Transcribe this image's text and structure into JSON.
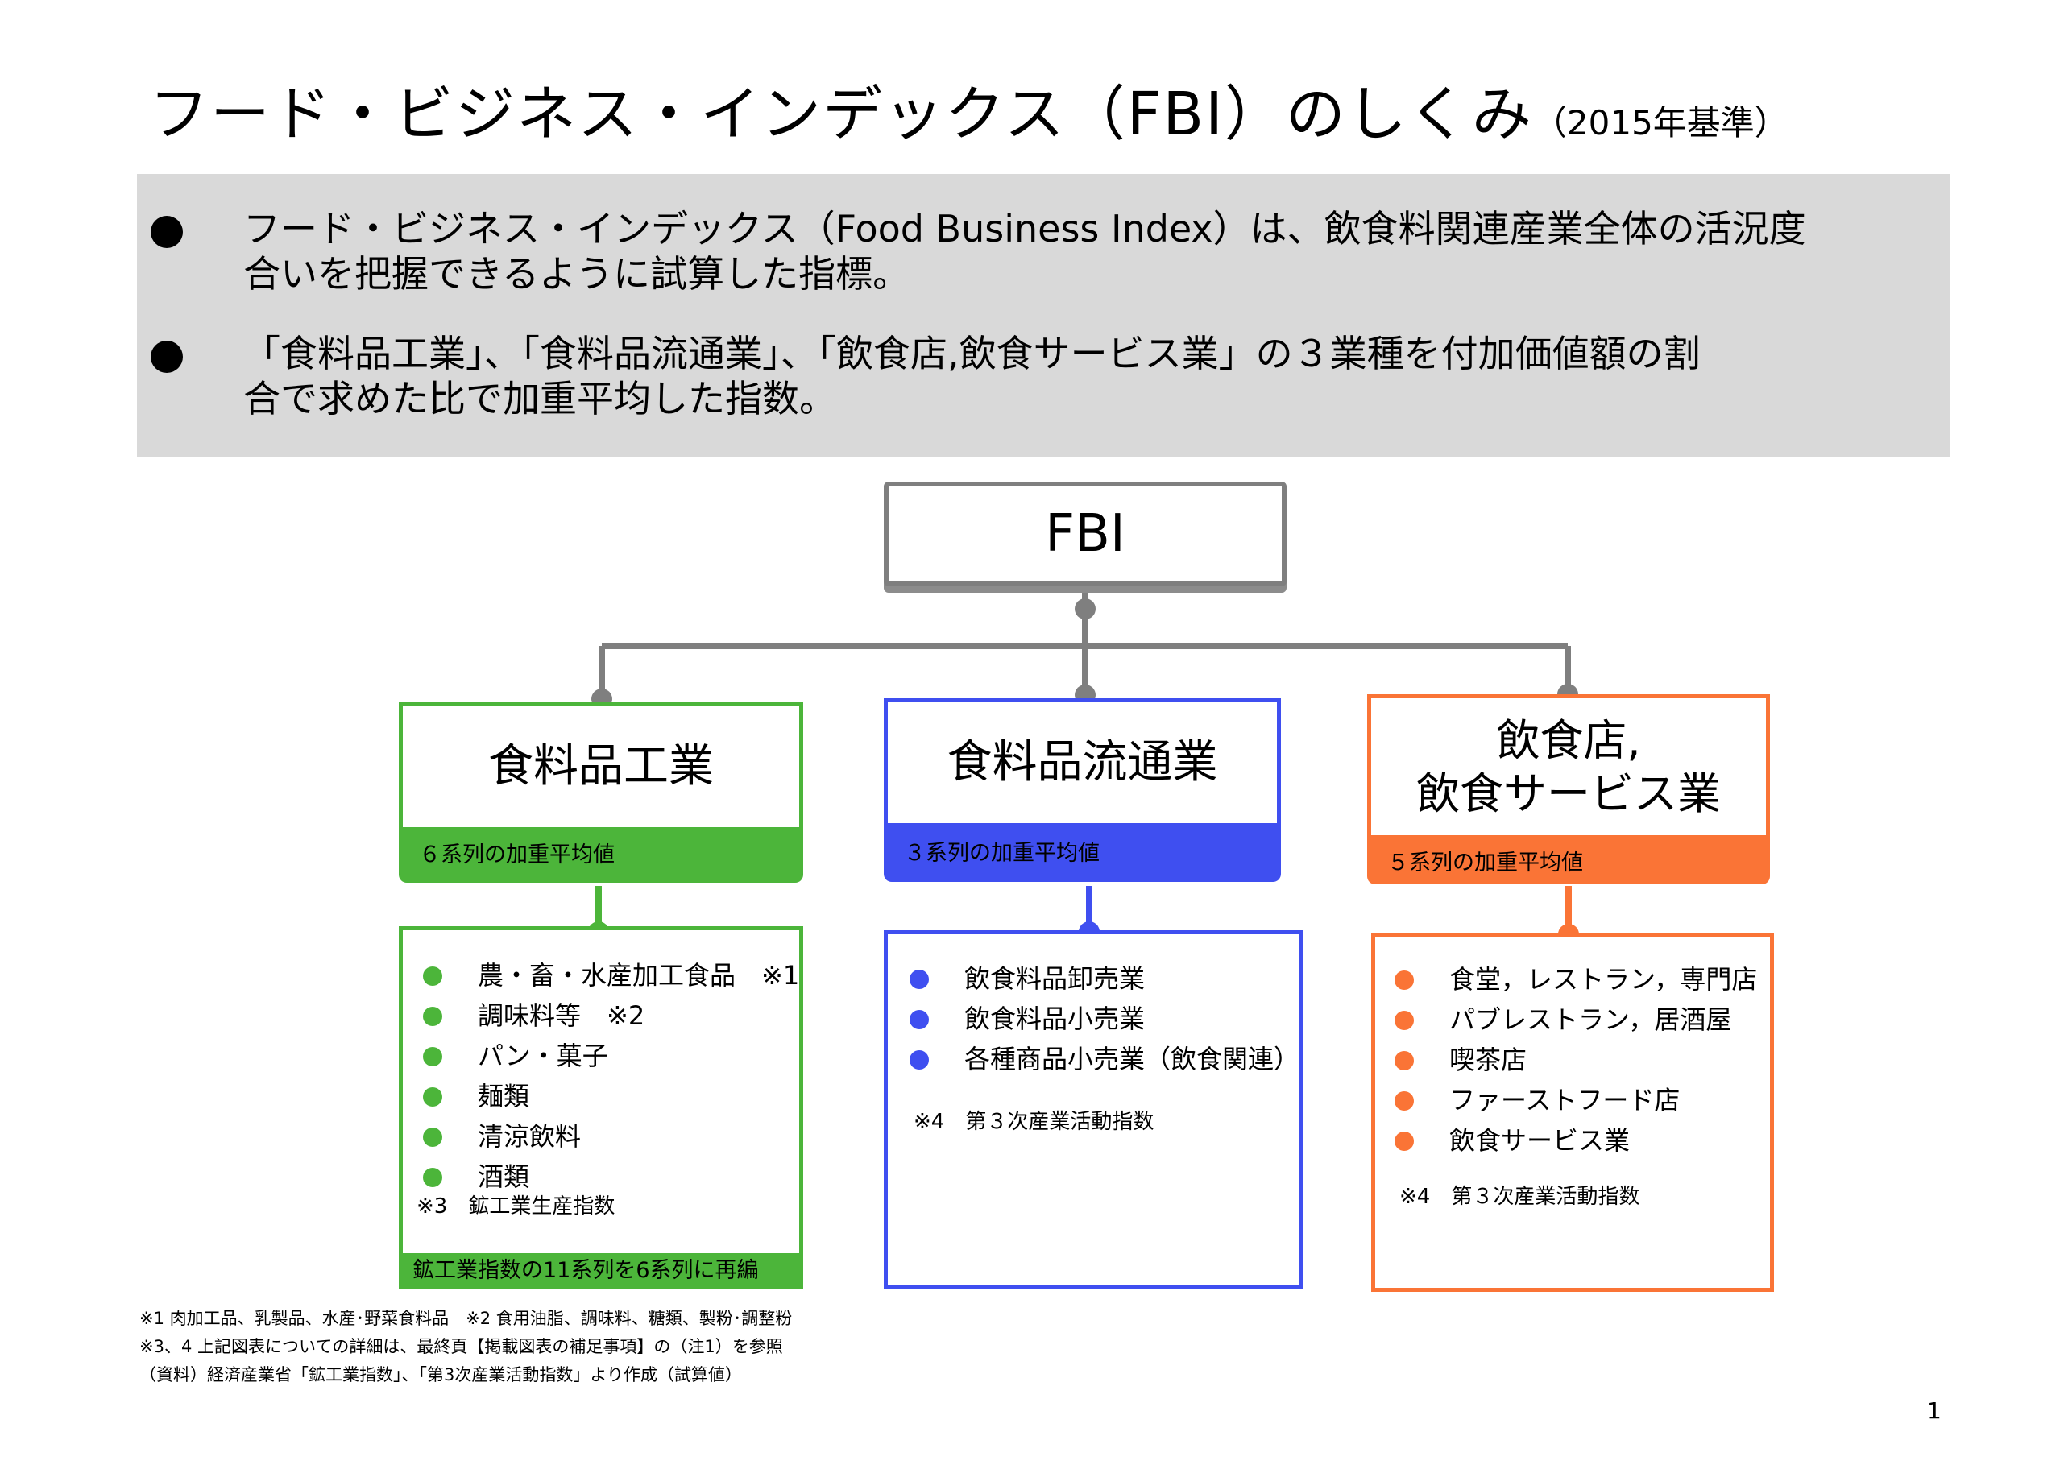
{
  "title": {
    "main": "フード・ビジネス・インデックス（FBI）のしくみ",
    "sub": "（2015年基準）"
  },
  "summary": {
    "bullets": [
      "フード・ビジネス・インデックス（Food Business Index）は、飲食料関連産業全体の活況度\n合いを把握できるように試算した指標。",
      "「食料品工業」、「食料品流通業」、「飲食店,飲食サービス業」の３業種を付加価値額の割\n合で求めた比で加重平均した指数。"
    ]
  },
  "root": {
    "label": "FBI"
  },
  "categories": [
    {
      "title": "食料品工業",
      "band": "６系列の加重平均値",
      "color": "#4cb53a",
      "items": [
        "農・畜・水産加工食品　※1",
        "調味料等　※2",
        "パン・菓子",
        "麺類",
        "清涼飲料",
        "酒類"
      ],
      "note": "※3　鉱工業生産指数",
      "footer_band": "鉱工業指数の11系列を6系列に再編"
    },
    {
      "title": "食料品流通業",
      "band": "３系列の加重平均値",
      "color": "#3f4ff0",
      "items": [
        "飲食料品卸売業",
        "飲食料品小売業",
        "各種商品小売業（飲食関連）"
      ],
      "note": "※4　第３次産業活動指数"
    },
    {
      "title": "飲食店,\n飲食サービス業",
      "band": "５系列の加重平均値",
      "color": "#fa7436",
      "items": [
        "食堂，レストラン，専門店",
        "パブレストラン，居酒屋",
        "喫茶店",
        "ファーストフード店",
        "飲食サービス業"
      ],
      "note": "※4　第３次産業活動指数"
    }
  ],
  "connector_color": "#7f7f7f",
  "footnotes": [
    "※1 肉加工品、乳製品、水産･野菜食料品　※2 食用油脂、調味料、糖類、製粉･調整粉",
    "※3、4 上記図表についての詳細は、最終頁【掲載図表の補足事項】の（注1）を参照",
    "（資料）経済産業省「鉱工業指数」、「第3次産業活動指数」より作成（試算値）"
  ],
  "page_number": "1"
}
